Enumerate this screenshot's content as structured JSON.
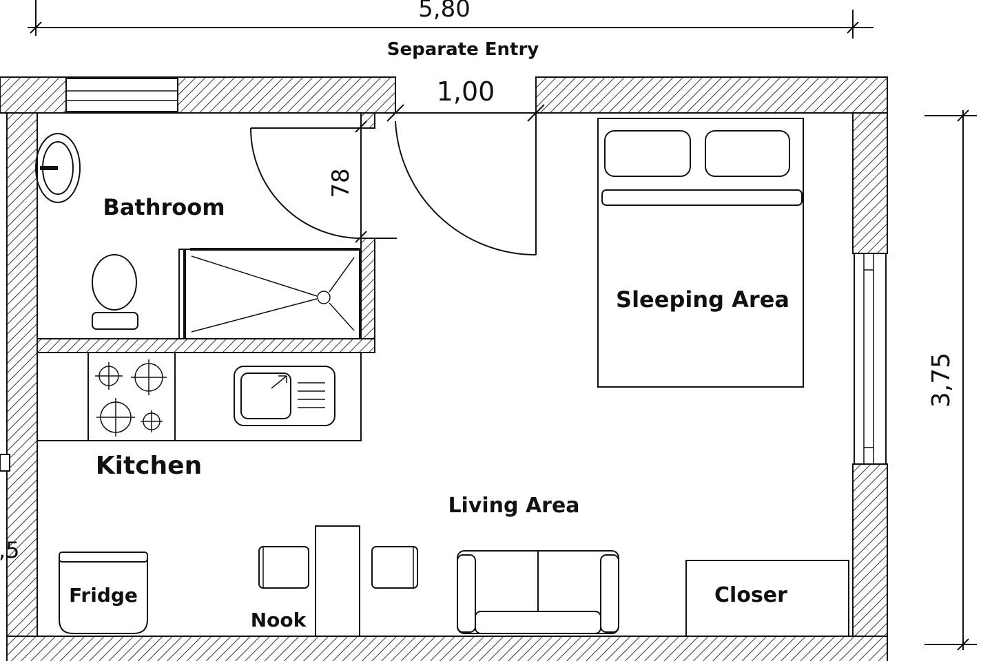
{
  "dimensions": {
    "overall_width": "5,80",
    "overall_depth": "3,75",
    "entry_door_width": "1,00",
    "bathroom_door_width": "78",
    "left_partial": ",5"
  },
  "labels": {
    "separate_entry": "Separate Entry",
    "bathroom": "Bathroom",
    "sleeping_area": "Sleeping Area",
    "kitchen": "Kitchen",
    "living_area": "Living Area",
    "fridge": "Fridge",
    "nook": "Nook",
    "closer": "Closer"
  },
  "colors": {
    "ink": "#111111",
    "background": "#ffffff"
  }
}
